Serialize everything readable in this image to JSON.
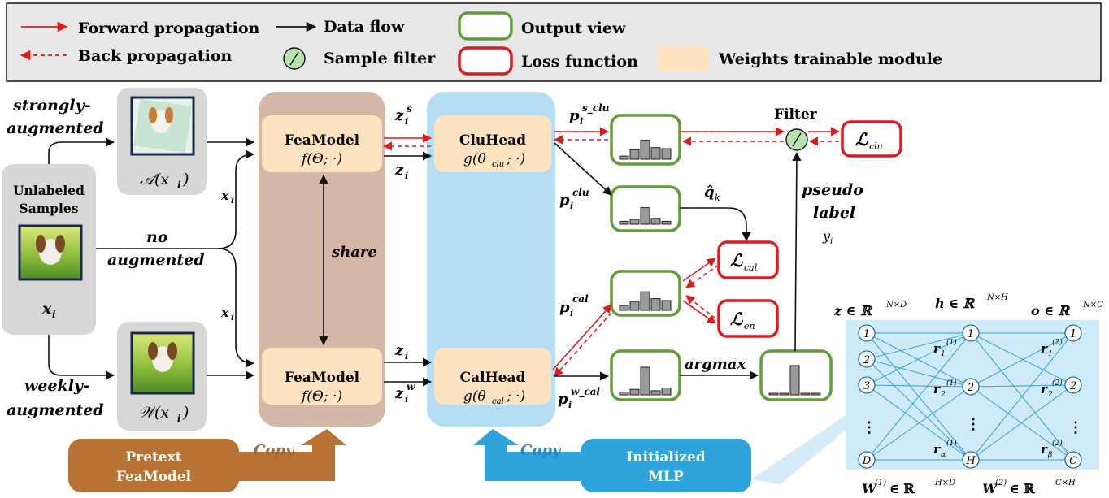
{
  "legend": {
    "forward": "Forward propagation",
    "back": "Back propagation",
    "data_flow": "Data flow",
    "sample_filter": "Sample filter",
    "output_view": "Output view",
    "loss_function": "Loss function",
    "trainable": "Weights trainable module"
  },
  "inputs": {
    "strong_1": "strongly-",
    "strong_2": "augmented",
    "unlabeled_1": "Unlabeled",
    "unlabeled_2": "Samples",
    "xi": "x",
    "xi_sub": "i",
    "no_1": "no",
    "no_2": "augmented",
    "weak_1": "weekly-",
    "weak_2": "augmented",
    "aug_strong": "𝒜(x",
    "aug_weak": "𝒲(x",
    "aug_sub": "i",
    "aug_close": " )"
  },
  "modules": {
    "feamodel": "FeaModel",
    "feamodel_fn": "f(Θ; ·)",
    "share": "share",
    "cluhead": "CluHead",
    "cluhead_fn_a": "g(θ",
    "cluhead_fn_sub": "clu",
    "cluhead_fn_b": "; ·)",
    "calhead": "CalHead",
    "calhead_fn_a": "g(θ",
    "calhead_fn_sub": "cal",
    "calhead_fn_b": "; ·)",
    "pretext_1": "Pretext",
    "pretext_2": "FeaModel",
    "copy": "Copy",
    "init_1": "Initialized",
    "init_2": "MLP"
  },
  "labels": {
    "z": "z",
    "sub_i": "i",
    "sup_s": "s",
    "sup_w": "w",
    "p": "p",
    "sup_s_clu": "s_clu",
    "sup_clu": "clu",
    "sup_cal": "cal",
    "sup_w_cal": "w_cal",
    "qhat": "q̂",
    "qhat_sub": "k",
    "filter": "Filter",
    "pseudo_1": "pseudo",
    "pseudo_2": "label",
    "yi": "y",
    "argmax": "argmax",
    "loss_clu": "ℒ",
    "loss_clu_sub": "clu",
    "loss_cal": "ℒ",
    "loss_cal_sub": "cal",
    "loss_en": "ℒ",
    "loss_en_sub": "en"
  },
  "mlp": {
    "z_space": "z ∈ ℝ",
    "z_sup": "N×D",
    "h_space": "h ∈ ℝ",
    "h_sup": "N×H",
    "o_space": "o ∈ ℝ",
    "o_sup": "N×C",
    "in_nodes": [
      "1",
      "2",
      "3",
      "D"
    ],
    "hid_nodes": [
      "1",
      "2",
      "H"
    ],
    "out_nodes": [
      "1",
      "2",
      "C"
    ],
    "dots": "⋮",
    "r": "r",
    "r1_sub": "1",
    "r2_sub": "2",
    "ra_sub": "α",
    "rb_sub": "β",
    "sup1": "(1)",
    "sup2": "(2)",
    "w1": "W",
    "w1_sup": "(1)",
    "w1_space": " ∈ ℝ",
    "w1_dim": "H×D",
    "w2": "W",
    "w2_sup": "(2)",
    "w2_space": " ∈ ℝ",
    "w2_dim": "C×H"
  },
  "histograms": {
    "strong_clu": [
      0.15,
      0.45,
      0.9,
      0.55,
      0.5
    ],
    "clu": [
      0.15,
      0.25,
      0.85,
      0.3,
      0.15
    ],
    "cal": [
      0.25,
      0.45,
      0.95,
      0.6,
      0.5
    ],
    "weak_cal": [
      0.1,
      0.2,
      1.0,
      0.15,
      0.25
    ],
    "argmax": [
      0.05,
      0.05,
      1.0,
      0.05,
      0.05
    ]
  },
  "colors": {
    "forward": "#e0191b",
    "data": "#111111",
    "output_view": "#5f9e3a",
    "loss": "#e0191b",
    "trainable": "#fde3bf",
    "feamodel_bg": "#d3b8a8",
    "head_bg": "#b5def5",
    "pretext": "#b87334",
    "mlp": "#2ea3dc",
    "mlp_bg": "#cfeaf8"
  }
}
